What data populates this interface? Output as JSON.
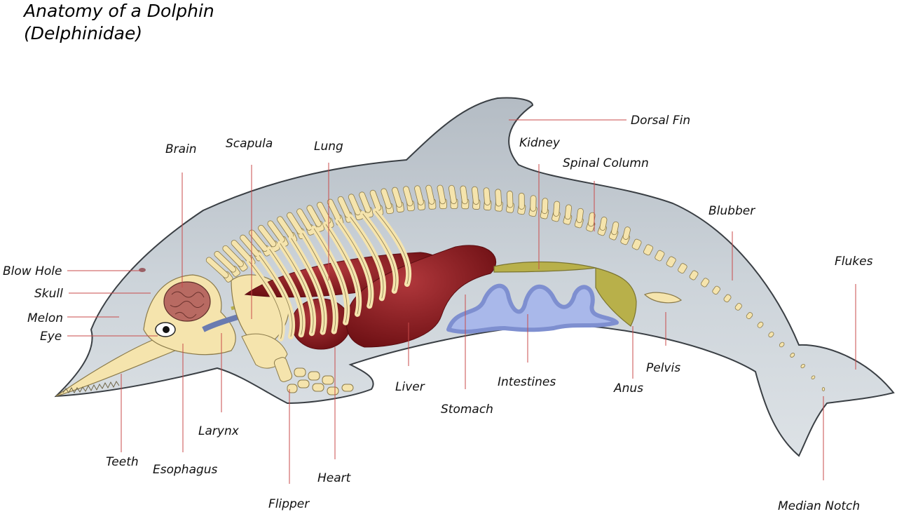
{
  "title": {
    "line1": "Anatomy of a Dolphin",
    "line2": "(Delphinidae)"
  },
  "labels": {
    "dorsal_fin": "Dorsal Fin",
    "kidney": "Kidney",
    "spinal_column": "Spinal Column",
    "blubber": "Blubber",
    "flukes": "Flukes",
    "brain": "Brain",
    "scapula": "Scapula",
    "lung": "Lung",
    "blow_hole": "Blow Hole",
    "skull": "Skull",
    "melon": "Melon",
    "eye": "Eye",
    "teeth": "Teeth",
    "esophagus": "Esophagus",
    "larynx": "Larynx",
    "flipper": "Flipper",
    "heart": "Heart",
    "liver": "Liver",
    "stomach": "Stomach",
    "intestines": "Intestines",
    "anus": "Anus",
    "pelvis": "Pelvis",
    "median_notch": "Median Notch"
  },
  "colors": {
    "body": "#c9d0d6",
    "body_outline": "#3a3f44",
    "bone": "#f5e4ad",
    "bone_outline": "#8a7a4a",
    "organ": "#8e1c20",
    "brain": "#b86a62",
    "intestine": "#a9b8ea",
    "kidney": "#b8b04a",
    "leader": "#c94b4b"
  }
}
